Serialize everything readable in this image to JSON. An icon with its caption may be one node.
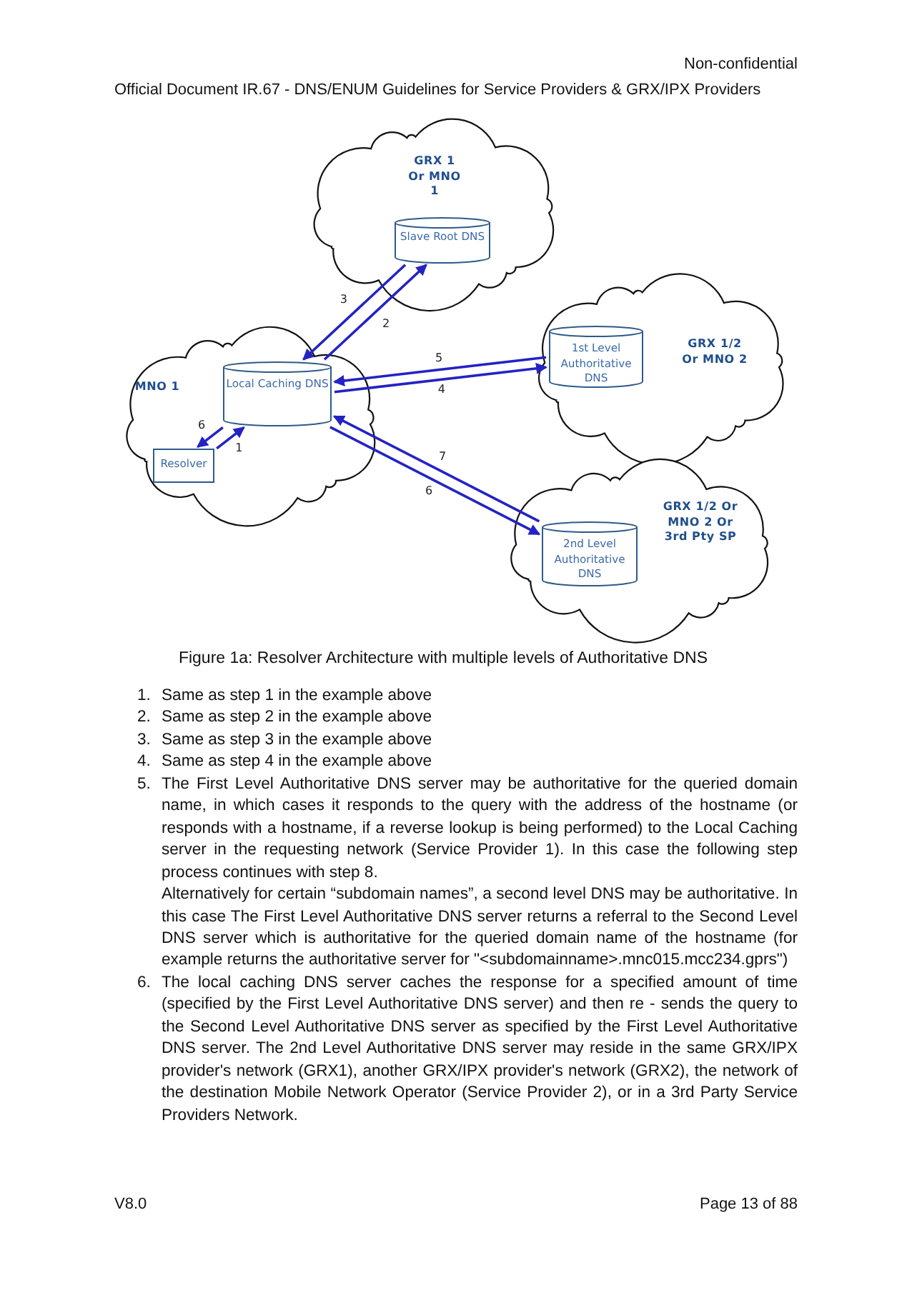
{
  "diagram": {
    "caption": "Figure 1a: Resolver Architecture with multiple levels of Authoritative DNS",
    "nodes": [
      {
        "text": [
          "GRX 1 Or MNO 1"
        ]
      },
      {
        "text": [
          "Slave Root DNS"
        ],
        "in": 0
      },
      {
        "text": [
          "MNO 1"
        ]
      },
      {
        "text": [
          "Local Caching DNS"
        ],
        "in": 2
      },
      {
        "text": [
          "Resolver"
        ],
        "in": 2
      },
      {
        "text": [
          "GRX 1/2 Or MNO 2"
        ]
      },
      {
        "text": [
          "1st Level Authoritative DNS"
        ],
        "in": 5
      },
      {
        "text": [
          "GRX 1/2 Or MNO 2 Or 3rd Pty SP"
        ]
      },
      {
        "text": [
          "2nd Level Authoritative DNS"
        ],
        "in": 7
      }
    ],
    "edges": [
      {
        "from": 4,
        "to": 3,
        "arrow": "to",
        "label": "1"
      },
      {
        "from": 3,
        "to": 1,
        "arrow": "to",
        "label": "2"
      },
      {
        "from": 1,
        "to": 3,
        "arrow": "to",
        "label": "3"
      },
      {
        "from": 3,
        "to": 6,
        "arrow": "to",
        "label": "4"
      },
      {
        "from": 6,
        "to": 3,
        "arrow": "to",
        "label": "5"
      },
      {
        "from": 3,
        "to": 4,
        "arrow": "to",
        "label": "6"
      },
      {
        "from": 3,
        "to": 8,
        "arrow": "to",
        "label": "6"
      },
      {
        "from": 8,
        "to": 3,
        "arrow": "to",
        "label": "7"
      }
    ],
    "labels": [
      "Non-confidential",
      "Official Document IR.67 - DNS/ENUM Guidelines for Service Providers & GRX/IPX Providers",
      "1.",
      "Same as step 1 in the example above",
      "2.",
      "Same as step 2 in the example above",
      "3.",
      "Same as step 3 in the example above",
      "4.",
      "Same as step 4 in the example above",
      "5.",
      "The First Level Authoritative DNS server may be authoritative for the queried domain name, in which cases it responds to the query with the address of the hostname (or responds with a hostname, if a reverse lookup is being performed) to the Local Caching server in the requesting network (Service Provider 1). In this case the following step process continues with step 8.",
      "Alternatively for certain “subdomain names”, a second level DNS may be authoritative. In this case The First Level Authoritative DNS server returns a referral to the Second Level DNS server which is authoritative for the queried domain name of the hostname (for example returns the authoritative server for \"<subdomainname>.mnc015.mcc234.gprs\")",
      "6.",
      "The local caching DNS server caches the response for a specified amount of time (specified by the First Level Authoritative DNS server) and then re - sends the query to the Second Level Authoritative DNS server as specified by the First Level Authoritative DNS server. The 2nd Level Authoritative DNS server may reside in the same GRX/IPX provider's network (GRX1), another GRX/IPX provider's network (GRX2),  the network of the destination Mobile Network Operator (Service Provider 2), or in a 3rd Party Service Providers Network.",
      "V8.0",
      "Page 13 of 88"
    ]
  }
}
